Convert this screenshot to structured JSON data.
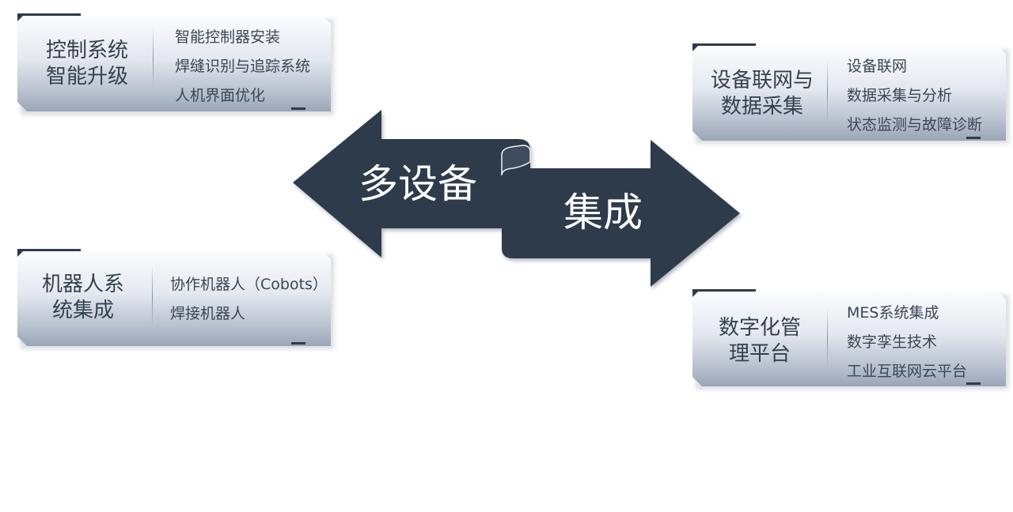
{
  "center": {
    "left_label": "多设备",
    "right_label": "集成"
  },
  "cards": [
    {
      "id": "control",
      "title_lines": [
        "控制系统",
        "智能升级"
      ],
      "items": [
        "智能控制器安装",
        "焊缝识别与追踪系统",
        "人机界面优化"
      ]
    },
    {
      "id": "network",
      "title_lines": [
        "设备联网与",
        "数据采集"
      ],
      "items": [
        "设备联网",
        "数据采集与分析",
        "状态监测与故障诊断"
      ]
    },
    {
      "id": "robot",
      "title_lines": [
        "机器人系",
        "统集成"
      ],
      "items": [
        "协作机器人（Cobots）",
        "焊接机器人"
      ]
    },
    {
      "id": "digital",
      "title_lines": [
        "数字化管",
        "理平台"
      ],
      "items": [
        "MES系统集成",
        "数字孪生技术",
        "工业互联网云平台"
      ]
    }
  ],
  "colors": {
    "arrow_fill": "#2f3a4c",
    "card_top": "#fbfcfe",
    "card_bottom": "#9aa5b7",
    "text": "#33414f"
  }
}
